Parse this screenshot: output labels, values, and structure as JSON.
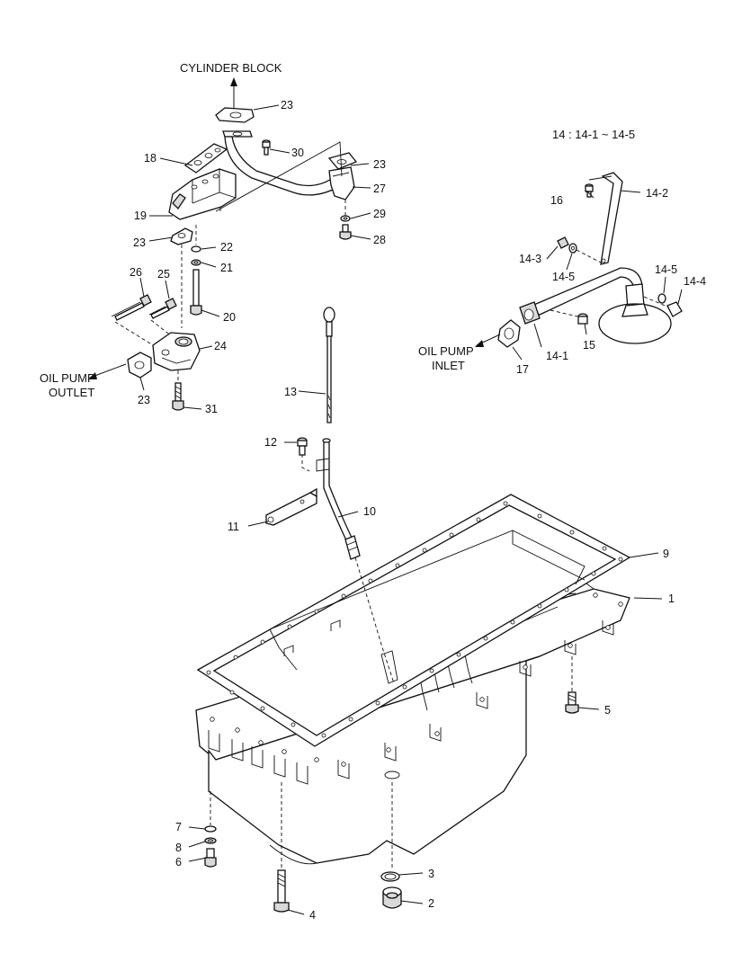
{
  "captions": {
    "cylinder_block": "CYLINDER BLOCK",
    "oil_pump_outlet_line1": "OIL PUMP",
    "oil_pump_outlet_line2": "OUTLET",
    "oil_pump_inlet_line1": "OIL PUMP",
    "oil_pump_inlet_line2": "INLET",
    "assembly_note": "14 : 14-1 ~ 14-5"
  },
  "callouts": {
    "c1": "1",
    "c2": "2",
    "c3": "3",
    "c4": "4",
    "c5": "5",
    "c6": "6",
    "c7": "7",
    "c8": "8",
    "c9": "9",
    "c10": "10",
    "c11": "11",
    "c12": "12",
    "c13": "13",
    "c15": "15",
    "c16": "16",
    "c17": "17",
    "c18": "18",
    "c19": "19",
    "c20": "20",
    "c21": "21",
    "c22": "22",
    "c23a": "23",
    "c23b": "23",
    "c23c": "23",
    "c23d": "23",
    "c24": "24",
    "c25": "25",
    "c26": "26",
    "c27": "27",
    "c28": "28",
    "c29": "29",
    "c30": "30",
    "c31": "31",
    "c14_1": "14-1",
    "c14_2": "14-2",
    "c14_3": "14-3",
    "c14_4": "14-4",
    "c14_5a": "14-5",
    "c14_5b": "14-5"
  }
}
